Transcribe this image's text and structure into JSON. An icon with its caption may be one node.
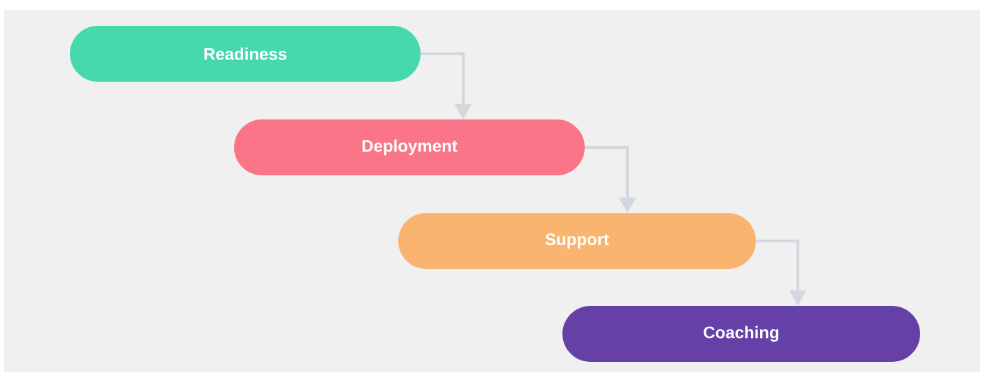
{
  "diagram": {
    "nodes": [
      {
        "text": [
          "Readiness"
        ]
      },
      {
        "text": [
          "Deployment"
        ]
      },
      {
        "text": [
          "Support"
        ]
      },
      {
        "text": [
          "Coaching"
        ]
      }
    ],
    "edges": [
      {
        "from": 0,
        "to": 1,
        "arrow": "to"
      },
      {
        "from": 1,
        "to": 2,
        "arrow": "to"
      },
      {
        "from": 2,
        "to": 3,
        "arrow": "to"
      }
    ]
  }
}
